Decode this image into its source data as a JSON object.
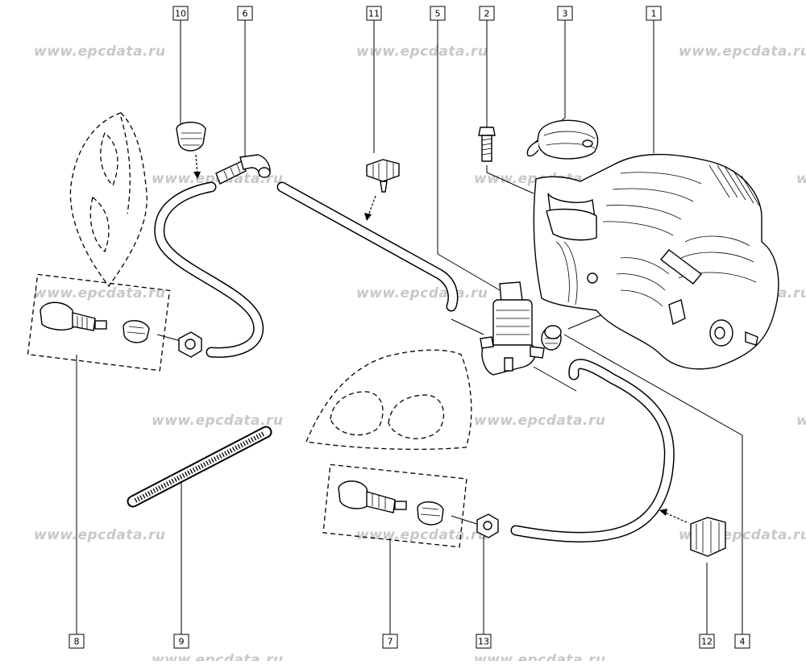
{
  "watermark": "www.epcdata.ru",
  "callouts": {
    "c1": "1",
    "c2": "2",
    "c3": "3",
    "c4": "4",
    "c5": "5",
    "c6": "6",
    "c7": "7",
    "c8": "8",
    "c9": "9",
    "c10": "10",
    "c11": "11",
    "c12": "12",
    "c13": "13"
  }
}
